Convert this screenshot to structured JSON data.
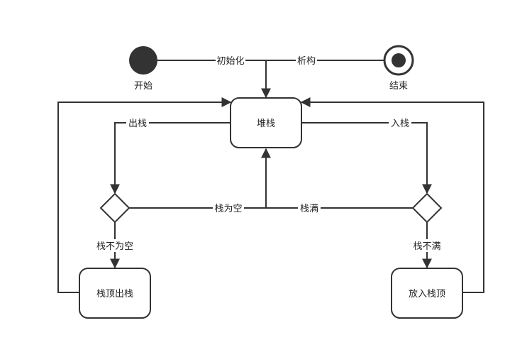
{
  "nodes": {
    "start": {
      "label": "开始"
    },
    "end": {
      "label": "结束"
    },
    "stack": {
      "label": "堆栈"
    },
    "pop_top": {
      "label": "栈顶出栈"
    },
    "push_top": {
      "label": "放入栈顶"
    }
  },
  "edges": {
    "init": {
      "label": "初始化"
    },
    "destruct": {
      "label": "析构"
    },
    "pop": {
      "label": "出栈"
    },
    "push": {
      "label": "入栈"
    },
    "empty": {
      "label": "栈为空"
    },
    "full": {
      "label": "栈满"
    },
    "not_empty": {
      "label": "栈不为空"
    },
    "not_full": {
      "label": "栈不满"
    }
  },
  "colors": {
    "stroke": "#333333",
    "fill": "#ffffff",
    "text": "#222222"
  }
}
